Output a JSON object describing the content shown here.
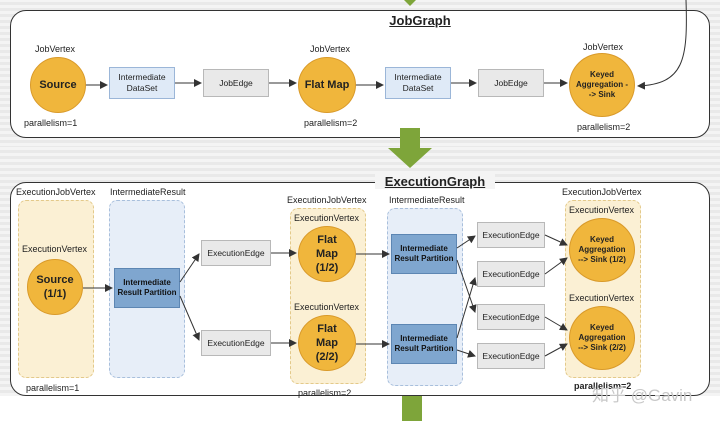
{
  "job_graph": {
    "title": "JobGraph",
    "vertex_label": "JobVertex",
    "source": "Source",
    "flat_map": "Flat Map",
    "keyed_agg": "Keyed Aggregation --> Sink",
    "intermediate_dataset": "Intermediate DataSet",
    "job_edge": "JobEdge",
    "parallelism_1": "parallelism=1",
    "parallelism_2": "parallelism=2"
  },
  "execution_graph": {
    "title": "ExecutionGraph",
    "exec_job_vertex": "ExecutionJobVertex",
    "intermediate_result": "IntermediateResult",
    "execution_vertex": "ExecutionVertex",
    "source": "Source (1/1)",
    "partition": "Intermediate Result Partition",
    "execution_edge": "ExecutionEdge",
    "flat_map_1": "Flat Map (1/2)",
    "flat_map_2": "Flat Map (2/2)",
    "keyed_agg_1": "Keyed Aggregation --> Sink (1/2)",
    "keyed_agg_2": "Keyed Aggregation --> Sink (2/2)",
    "parallelism_1": "parallelism=1",
    "parallelism_2": "parallelism=2",
    "parallelism_2_partial": "parallelism=2"
  },
  "watermark": "知乎 @Gavin",
  "colors": {
    "vertex_fill": "#f0b63c",
    "dataset_fill": "#dfeaf7",
    "partition_fill": "#7fa6cf",
    "edge_fill": "#e9e9e9",
    "arrow_green": "#7ea53a"
  }
}
